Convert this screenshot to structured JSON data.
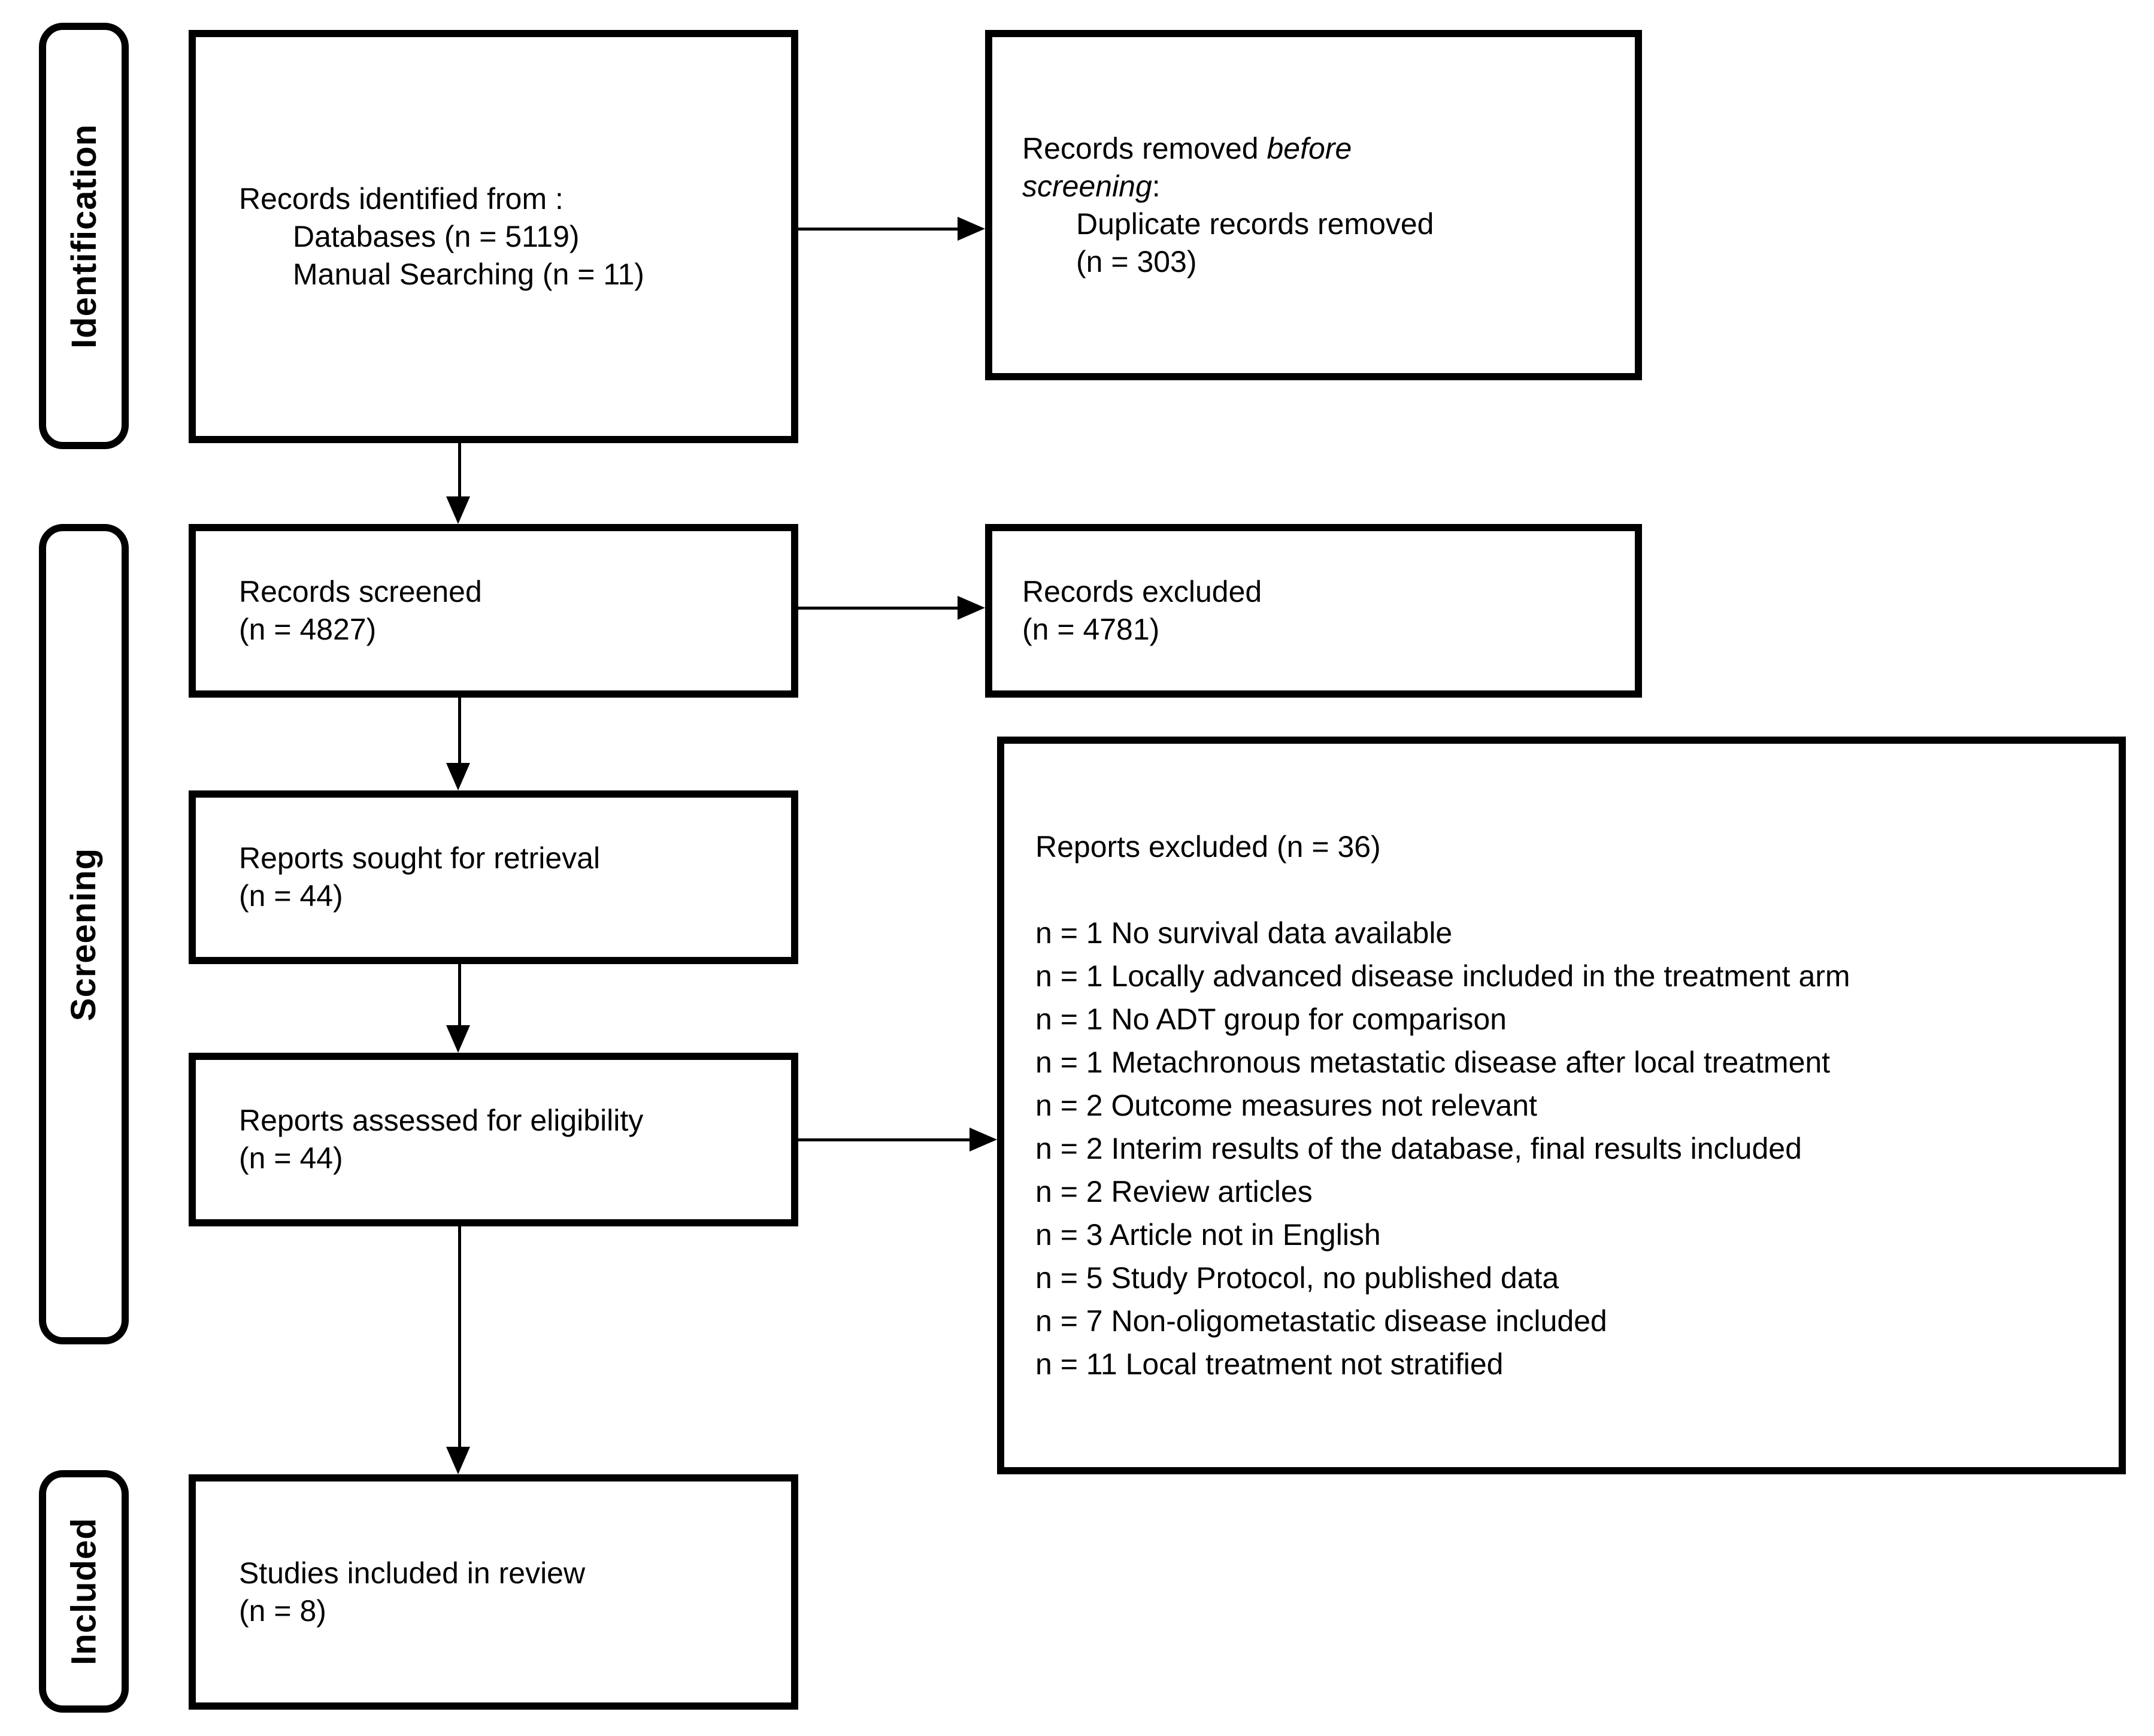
{
  "figure": {
    "type": "prisma-flow-diagram",
    "background_color": "#ffffff",
    "line_color": "#000000"
  },
  "sidebar": {
    "identification_label": "Identification",
    "screening_label": "Screening",
    "included_label": "Included"
  },
  "boxes": {
    "records_identified": {
      "line1": "Records identified from :",
      "line2": "Databases (n = 5119)",
      "line3": "Manual Searching (n = 11)"
    },
    "records_removed": {
      "line1_text": "Records removed ",
      "line1_italic": "before",
      "line2_italic": "screening",
      "line2_text": ":",
      "line3": "Duplicate records removed",
      "line4": "(n = 303)"
    },
    "records_screened": {
      "line1": "Records screened",
      "line2": "(n = 4827)"
    },
    "records_excluded": {
      "line1": "Records excluded",
      "line2": "(n = 4781)"
    },
    "reports_sought": {
      "line1": "Reports sought for retrieval",
      "line2": "(n = 44)"
    },
    "reports_assessed": {
      "line1": "Reports assessed for eligibility",
      "line2": "(n = 44)"
    },
    "reports_excluded": {
      "header": "Reports excluded (n = 36)",
      "items": [
        "n = 1 No survival data available",
        "n = 1 Locally advanced disease included in the treatment arm",
        "n = 1 No ADT group for comparison",
        "n = 1 Metachronous metastatic disease after local treatment",
        "n = 2 Outcome measures not relevant",
        "n = 2 Interim results of the database, final results included",
        "n = 2 Review articles",
        "n = 3 Article not in English",
        "n = 5 Study Protocol, no published data",
        "n = 7 Non-oligometastatic disease included",
        "n = 11 Local treatment not stratified"
      ]
    },
    "studies_included": {
      "line1": "Studies included in review",
      "line2": "(n = 8)"
    }
  }
}
